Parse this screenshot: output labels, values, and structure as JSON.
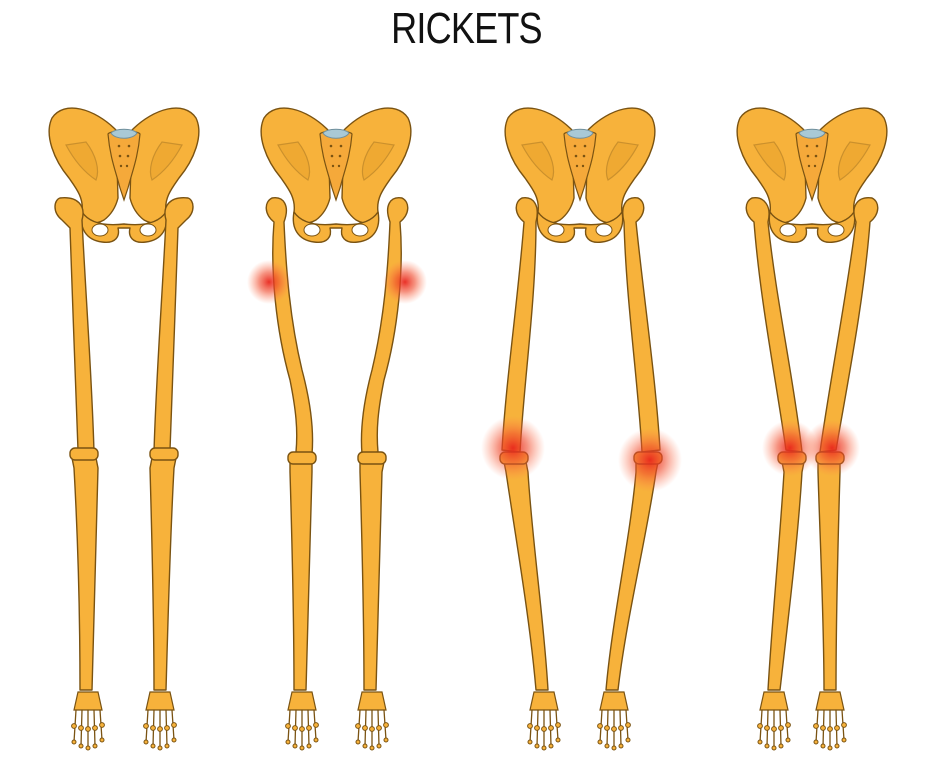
{
  "title": "RICKETS",
  "colors": {
    "bone": "#f7b23b",
    "bone_outline": "#7a5312",
    "sacrum_top": "#a9c9d6",
    "inflammation": "#e8261c",
    "background": "#ffffff"
  },
  "figures": [
    {
      "id": "normal",
      "highlights": []
    },
    {
      "id": "coxa-bowing",
      "highlights": [
        "left-upper-femur",
        "right-upper-femur"
      ]
    },
    {
      "id": "bow-legs",
      "highlights": [
        "left-knee",
        "right-knee"
      ]
    },
    {
      "id": "knock-knees",
      "highlights": [
        "left-knee",
        "right-knee"
      ]
    }
  ]
}
